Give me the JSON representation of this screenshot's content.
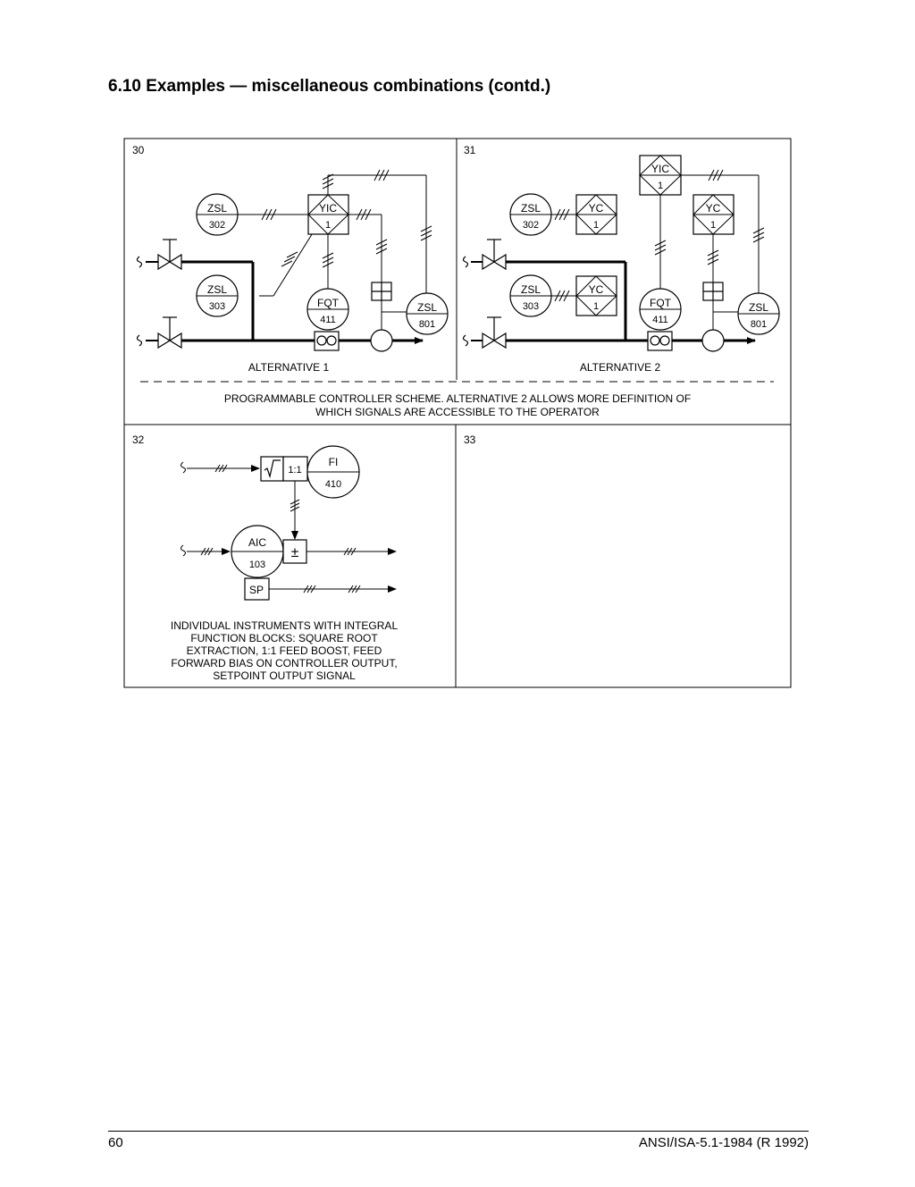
{
  "heading": "6.10 Examples — miscellaneous combinations (contd.)",
  "panels": {
    "p30": {
      "number": "30",
      "zsl302": {
        "func": "ZSL",
        "tag": "302"
      },
      "zsl303": {
        "func": "ZSL",
        "tag": "303"
      },
      "yic1": {
        "func": "YIC",
        "tag": "1"
      },
      "fqt411": {
        "func": "FQT",
        "tag": "411"
      },
      "zsl801": {
        "func": "ZSL",
        "tag": "801"
      },
      "caption": "ALTERNATIVE 1"
    },
    "p31": {
      "number": "31",
      "zsl302": {
        "func": "ZSL",
        "tag": "302"
      },
      "zsl303": {
        "func": "ZSL",
        "tag": "303"
      },
      "yic1": {
        "func": "YIC",
        "tag": "1"
      },
      "yc1_a": {
        "func": "YC",
        "tag": "1"
      },
      "yc1_b": {
        "func": "YC",
        "tag": "1"
      },
      "yc1_c": {
        "func": "YC",
        "tag": "1"
      },
      "fqt411": {
        "func": "FQT",
        "tag": "411"
      },
      "zsl801": {
        "func": "ZSL",
        "tag": "801"
      },
      "caption": "ALTERNATIVE 2"
    },
    "shared_caption": {
      "line1": "PROGRAMMABLE CONTROLLER SCHEME.  ALTERNATIVE 2 ALLOWS MORE DEFINITION OF",
      "line2": "WHICH SIGNALS ARE ACCESSIBLE TO THE OPERATOR"
    },
    "p32": {
      "number": "32",
      "ratio": "1:1",
      "fi410": {
        "func": "FI",
        "tag": "410"
      },
      "aic103": {
        "func": "AIC",
        "tag": "103"
      },
      "bias": "±",
      "sp": "SP",
      "caption": [
        "INDIVIDUAL INSTRUMENTS WITH INTEGRAL",
        "FUNCTION BLOCKS: SQUARE ROOT",
        "EXTRACTION, 1:1 FEED BOOST, FEED",
        "FORWARD BIAS ON CONTROLLER OUTPUT,",
        "SETPOINT OUTPUT SIGNAL"
      ]
    },
    "p33": {
      "number": "33"
    }
  },
  "footer": {
    "page": "60",
    "standard": "ANSI/ISA-5.1-1984 (R 1992)"
  }
}
